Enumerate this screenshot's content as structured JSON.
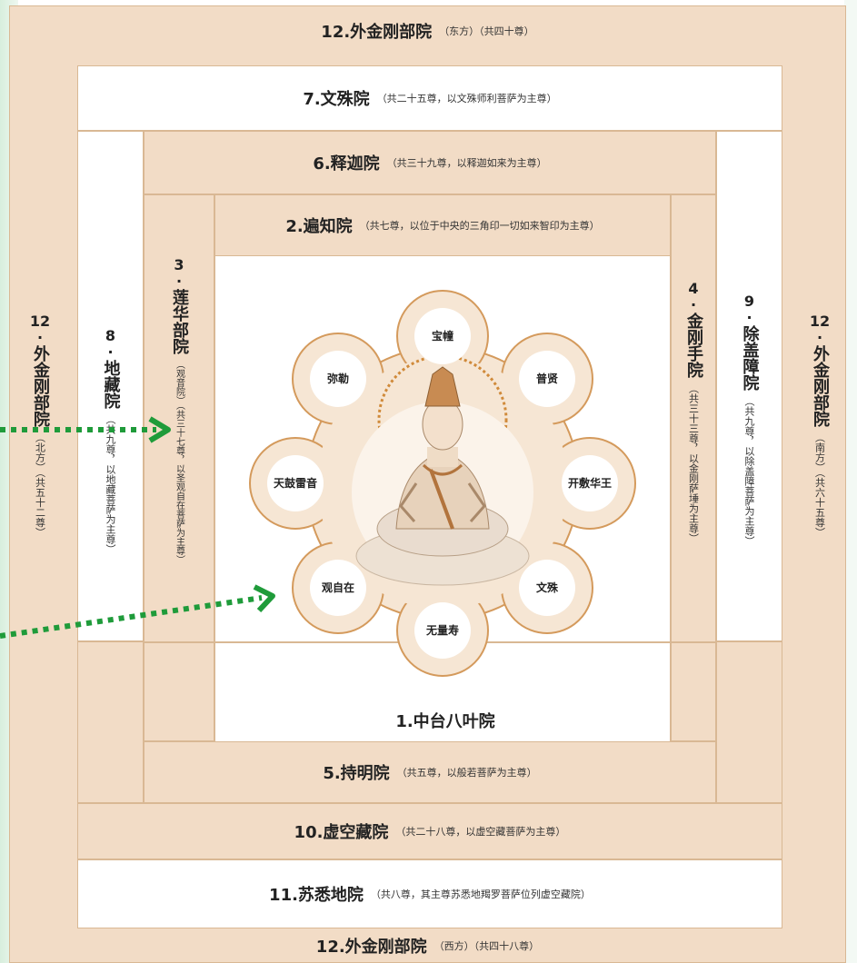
{
  "outer_top": {
    "name": "12.外金刚部院",
    "note": "（东方）（共四十尊）"
  },
  "outer_bottom": {
    "name": "12.外金刚部院",
    "note": "（西方）（共四十八尊）"
  },
  "outer_left": {
    "num": "12",
    "name": "外金刚部院",
    "note": "（北方）（共五十二尊）"
  },
  "outer_right": {
    "num": "12",
    "name": "外金刚部院",
    "note": "（南方）（共六十五尊）"
  },
  "wenshu": {
    "name": "7.文殊院",
    "note": "（共二十五尊，以文殊师利菩萨为主尊）"
  },
  "shijia": {
    "name": "6.释迦院",
    "note": "（共三十九尊，以释迦如来为主尊）"
  },
  "bianzhi": {
    "name": "2.遍知院",
    "note": "（共七尊，以位于中央的三角印一切如来智印为主尊）"
  },
  "dizang": {
    "num": "8",
    "name": "地藏院",
    "note": "（共九尊，以地藏菩萨为主尊）"
  },
  "chugai": {
    "num": "9",
    "name": "除盖障院",
    "note": "（共九尊，以除盖障菩萨为主尊）"
  },
  "lianhua": {
    "num": "3",
    "name": "莲华部院",
    "note": "（观音院）（共三十七尊，以圣观自在菩萨为主尊）"
  },
  "jingang": {
    "num": "4",
    "name": "金刚手院",
    "note": "（共三十三尊，以金刚萨埵为主尊）"
  },
  "chiming": {
    "name": "5.持明院",
    "note": "（共五尊，以般若菩萨为主尊）"
  },
  "xukong": {
    "name": "10.虚空藏院",
    "note": "（共二十八尊，以虚空藏菩萨为主尊）"
  },
  "suxidi": {
    "name": "11.苏悉地院",
    "note": "（共八尊，其主尊苏悉地羯罗菩萨位列虚空藏院）"
  },
  "center": {
    "title": "1.中台八叶院",
    "petals": [
      "宝幢",
      "普贤",
      "开敷华王",
      "文殊",
      "无量寿",
      "观自在",
      "天鼓雷音",
      "弥勒"
    ]
  },
  "colors": {
    "tan": "#f2dcc6",
    "line": "#d9b894",
    "arrow": "#1f9b3a",
    "petal_edge": "#d49a5c"
  }
}
